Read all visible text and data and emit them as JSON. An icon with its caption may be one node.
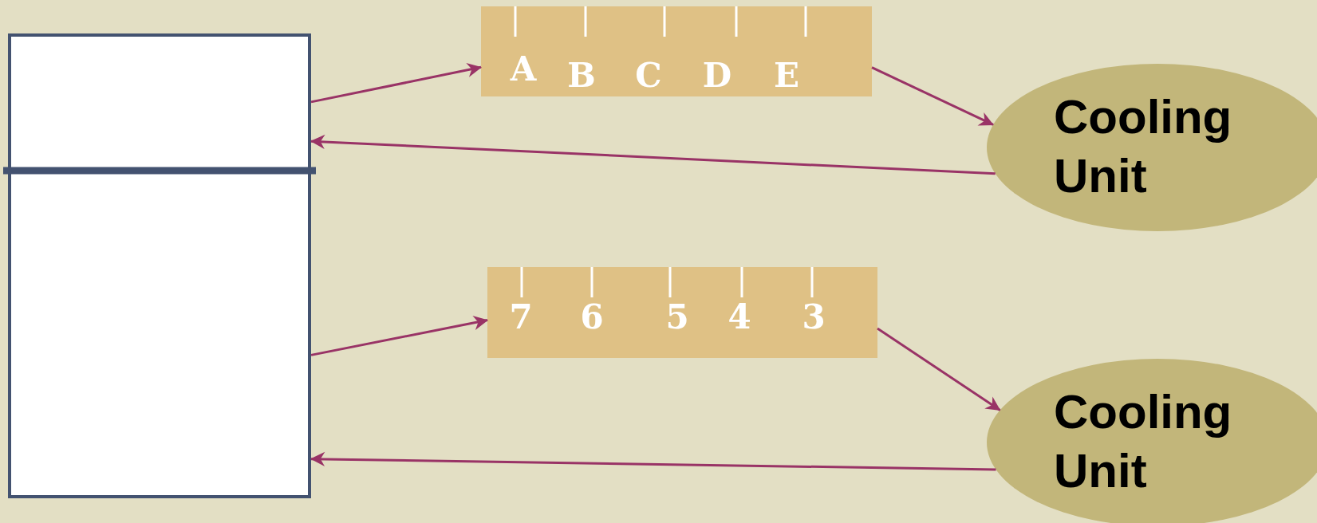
{
  "diagram": {
    "nodes": [
      {
        "text": [],
        "shape": "box"
      },
      {
        "text": [],
        "shape": "box"
      },
      {
        "text": [
          "A",
          "B",
          "C",
          "D",
          "E"
        ]
      },
      {
        "text": [
          "7",
          "6",
          "5",
          "4",
          "3"
        ]
      },
      {
        "text": [
          "Cooling Unit"
        ]
      },
      {
        "text": [
          "Cooling Unit"
        ]
      }
    ],
    "edges": [
      {
        "from": 0,
        "to": 2,
        "arrow": "to"
      },
      {
        "from": 2,
        "to": 4,
        "arrow": "to"
      },
      {
        "from": 4,
        "to": 0,
        "arrow": "to"
      },
      {
        "from": 1,
        "to": 3,
        "arrow": "to"
      },
      {
        "from": 3,
        "to": 5,
        "arrow": "to"
      },
      {
        "from": 5,
        "to": 1,
        "arrow": "to"
      }
    ]
  }
}
